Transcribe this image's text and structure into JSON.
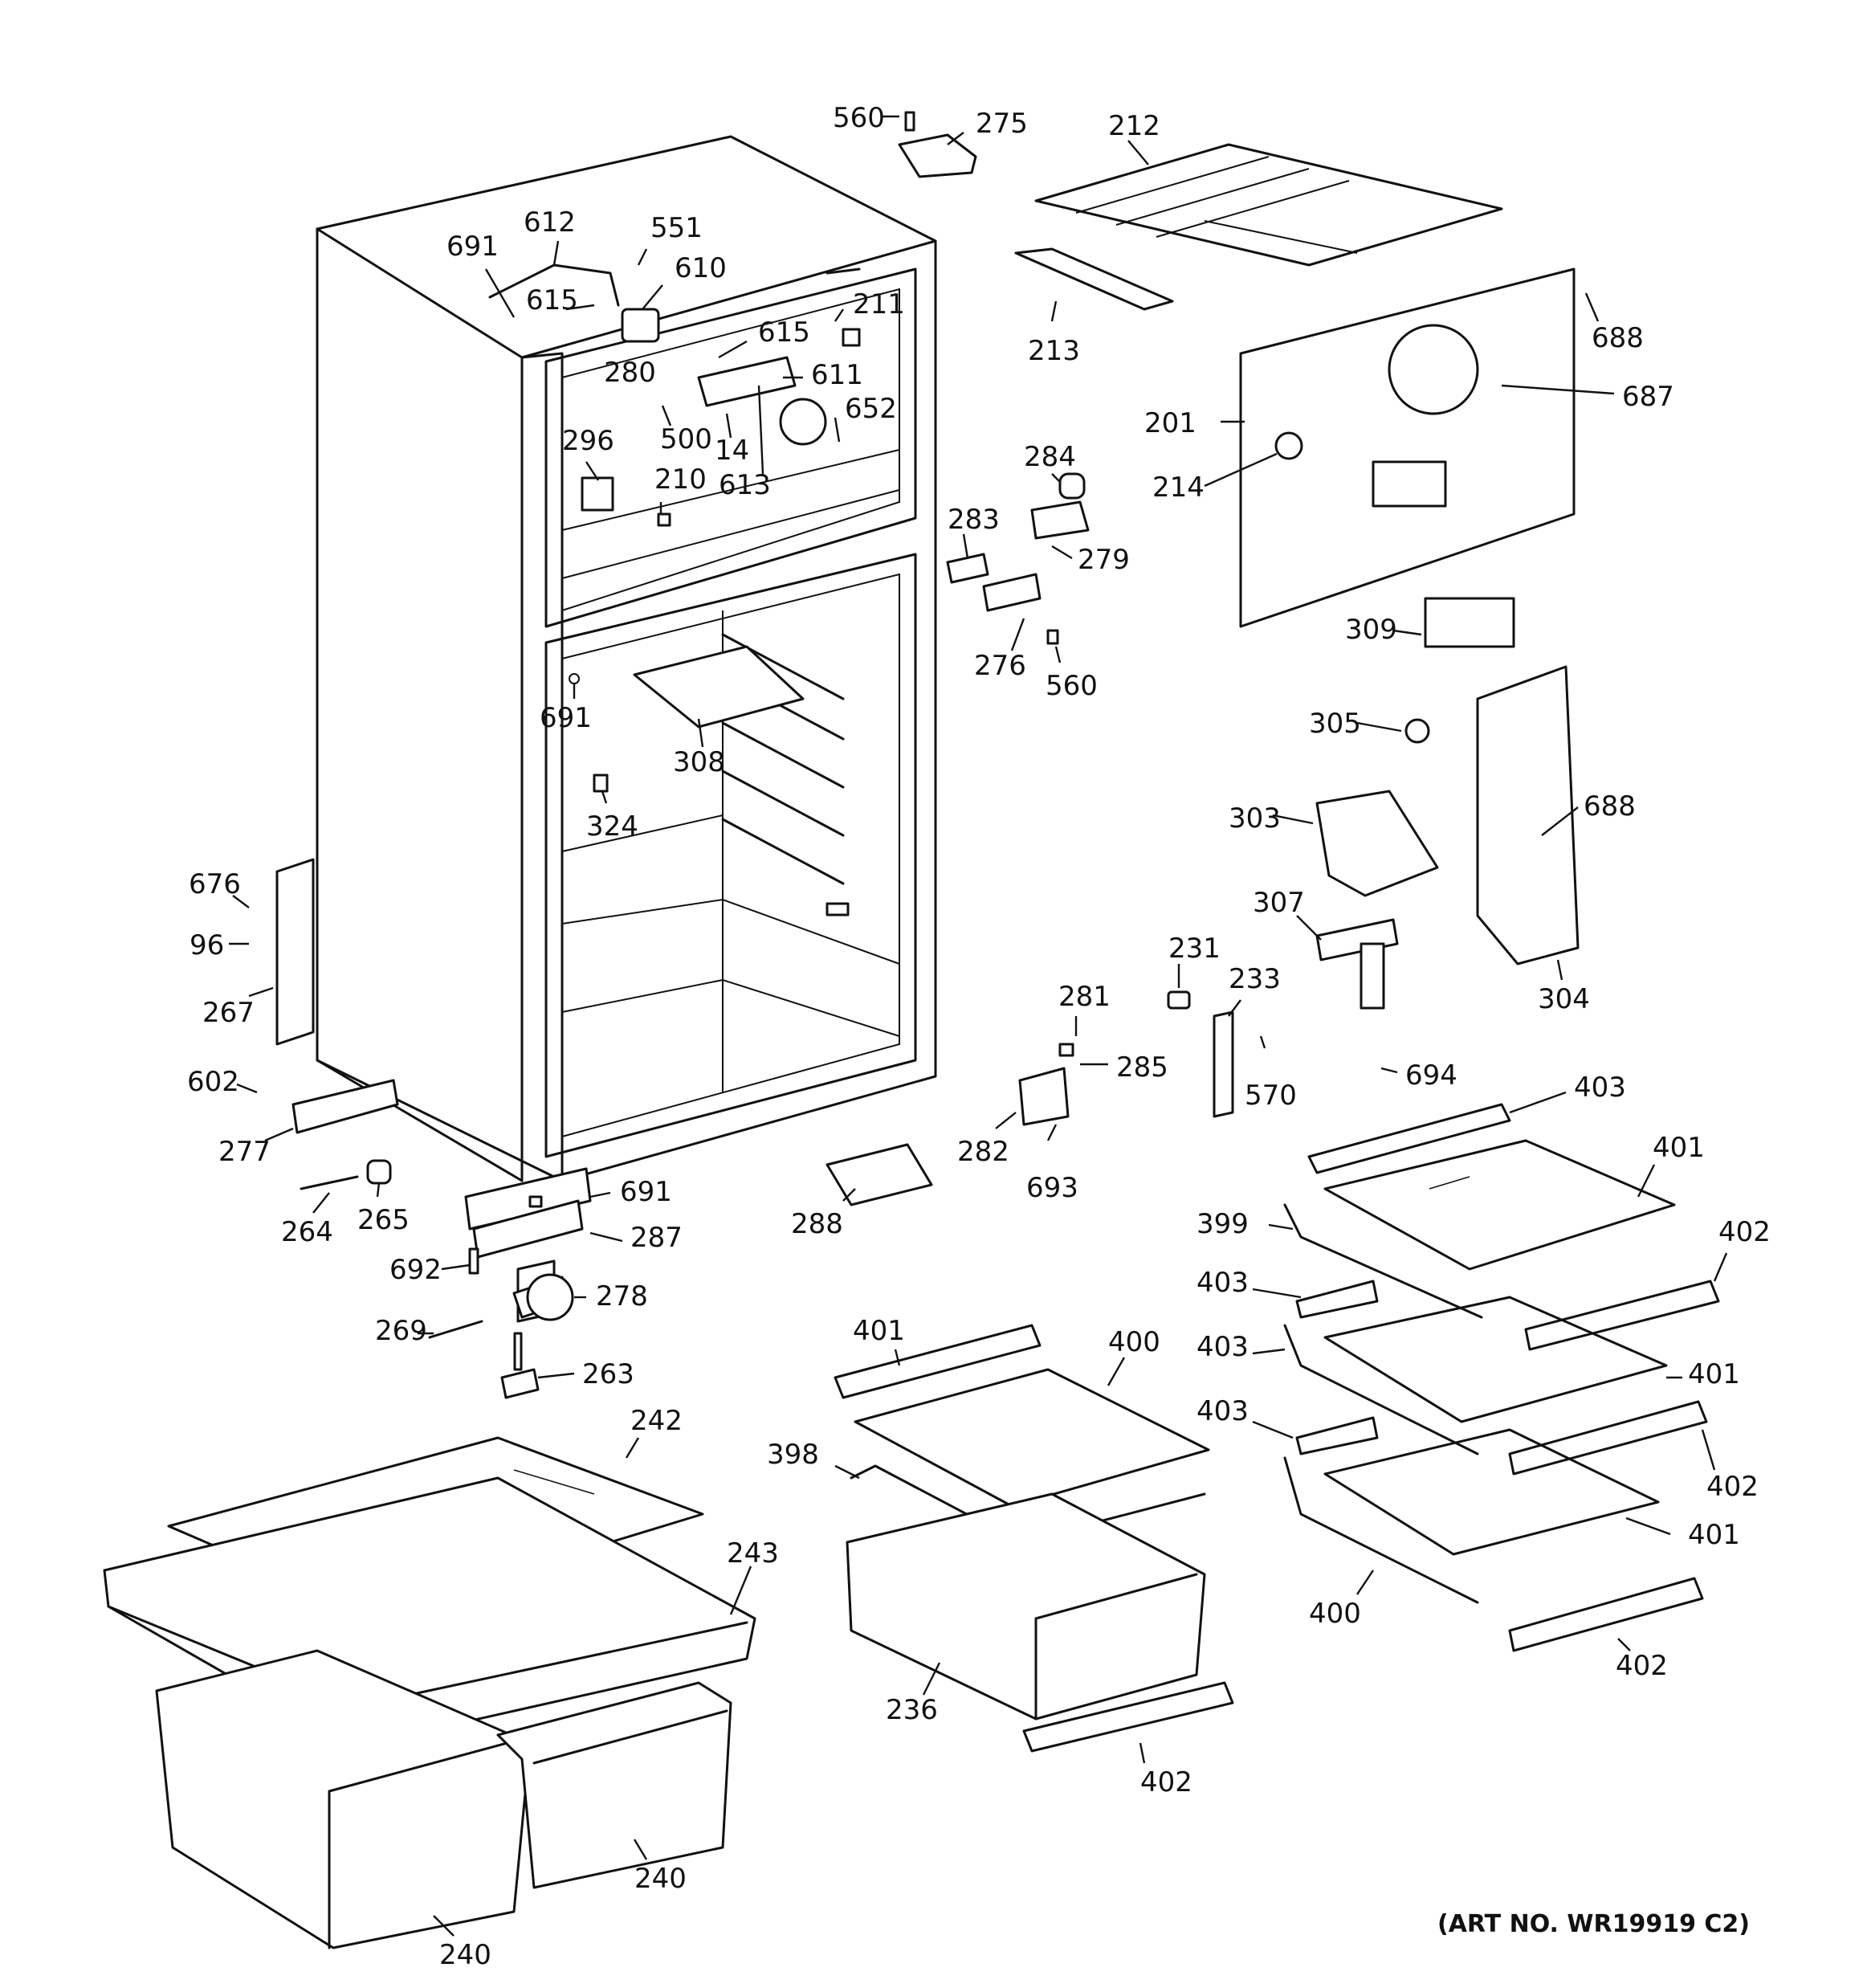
{
  "art_number": "(ART NO. WR19919 C2)",
  "callouts": [
    "560",
    "275",
    "212",
    "691",
    "612",
    "551",
    "610",
    "211",
    "615",
    "615",
    "280",
    "611",
    "652",
    "500",
    "14",
    "296",
    "210",
    "613",
    "213",
    "688",
    "687",
    "201",
    "214",
    "284",
    "283",
    "279",
    "276",
    "560",
    "309",
    "691",
    "308",
    "324",
    "305",
    "303",
    "688",
    "307",
    "304",
    "676",
    "96",
    "267",
    "231",
    "233",
    "281",
    "285",
    "570",
    "694",
    "403",
    "602",
    "277",
    "282",
    "693",
    "401",
    "691",
    "288",
    "264",
    "265",
    "287",
    "399",
    "402",
    "692",
    "278",
    "403",
    "269",
    "403",
    "401",
    "400",
    "401",
    "263",
    "242",
    "398",
    "403",
    "402",
    "243",
    "401",
    "400",
    "402",
    "236",
    "402",
    "240",
    "240"
  ]
}
